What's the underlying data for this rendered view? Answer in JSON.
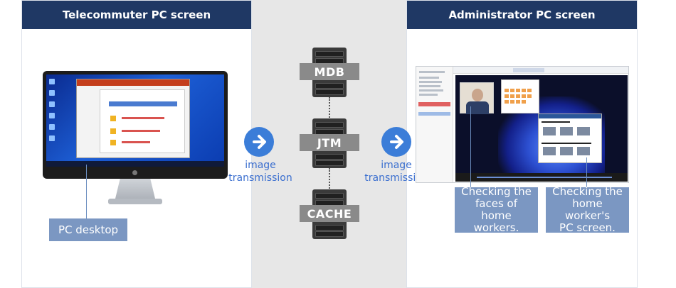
{
  "headers": {
    "left": "Telecommuter PC screen",
    "right": "Administrator PC screen"
  },
  "arrows": {
    "left_label_line1": "image",
    "left_label_line2": "transmission",
    "right_label_line1": "image",
    "right_label_line2": "transmission"
  },
  "servers": [
    "MDB",
    "JTM",
    "CACHE"
  ],
  "callouts": {
    "pc_desktop": "PC desktop",
    "faces_line1": "Checking the",
    "faces_line2": "faces of home",
    "faces_line3": "workers.",
    "screen_line1": "Checking the",
    "screen_line2": "home worker's",
    "screen_line3": "PC screen."
  },
  "colors": {
    "header_bg": "#1f3864",
    "label_bg": "#7b97c2",
    "arrow": "#3b7dd8",
    "server_label": "#8a8a8a"
  },
  "icons": {
    "arrow": "arrow-right-circle-icon",
    "server": "server-rack-icon",
    "monitor": "desktop-monitor-icon"
  }
}
